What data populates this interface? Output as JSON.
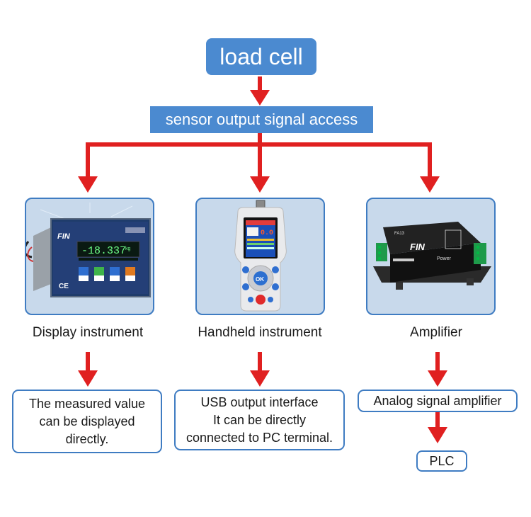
{
  "source": {
    "label": "load cell"
  },
  "signal_access": {
    "label": "sensor output signal access"
  },
  "branches": [
    {
      "device_label": "Display instrument",
      "outputs": [
        {
          "lines": [
            "The measured value",
            "can be displayed",
            "directly."
          ]
        }
      ]
    },
    {
      "device_label": "Handheld instrument",
      "outputs": [
        {
          "lines": [
            "USB output interface",
            "It can be directly",
            "connected to PC terminal."
          ]
        }
      ]
    },
    {
      "device_label": "Amplifier",
      "outputs": [
        {
          "lines": [
            "Analog signal amplifier"
          ]
        },
        {
          "lines": [
            "PLC"
          ]
        }
      ]
    }
  ],
  "device_image_text": {
    "display_brand": "FIN",
    "display_reading": "-18.337",
    "display_unit": "kg",
    "handheld_reading": "0.0",
    "handheld_ok": "OK",
    "amplifier_model": "FA13",
    "amplifier_brand": "FIN",
    "amplifier_power": "Power"
  },
  "colors": {
    "box_fill": "#4b8ad0",
    "box_border": "#3f7cc2",
    "arrow": "#e02020",
    "frame_fill": "#c8d9eb"
  }
}
